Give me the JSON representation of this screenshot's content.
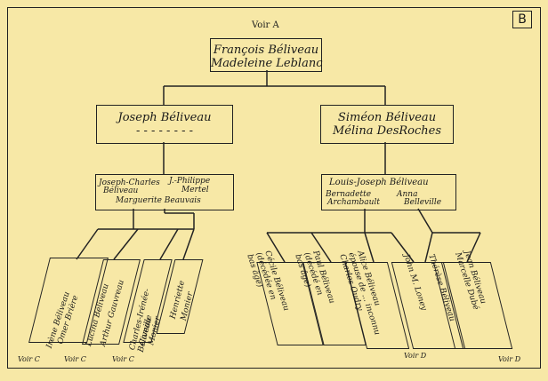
{
  "page_tag": "B",
  "voir_top": "Voir A",
  "root": {
    "line1": "François Béliveau",
    "line2": "Madeleine Leblanc"
  },
  "left_child": {
    "name": "Joseph Béliveau",
    "spouse_placeholder": "- - - - - - - -"
  },
  "right_child": {
    "line1": "Siméon Béliveau",
    "line2": "Mélina DesRoches"
  },
  "left_gc": {
    "a1": "Joseph-Charles",
    "a2": "Béliveau",
    "b1": "J.-Philippe",
    "b2": "Mertel",
    "c": "Marguerite Beauvais"
  },
  "right_gc": {
    "main": "Louis-Joseph Béliveau",
    "b1": "Bernadette",
    "b2": "Archambault",
    "c1": "Anna",
    "c2": "Belleville"
  },
  "left_cards": [
    {
      "l1": "Irène Béliveau",
      "l2": "Omer Brière"
    },
    {
      "l1": "Lucina Béliveau",
      "l2": "Arthur Gauvreau"
    },
    {
      "l1": "Charles-Irénée-Béliveau",
      "l2": "Camille",
      "l3": "Monier"
    },
    {
      "l1": "Henriette",
      "l2": "Monier"
    }
  ],
  "right_cards": [
    {
      "l1": "Cécile Béliveau",
      "l2": "(décédée en",
      "l3": "bas âge)"
    },
    {
      "l1": "Paul Béliveau",
      "l2": "(décédé en",
      "l3": "bas âge)"
    },
    {
      "l1": "Alice Béliveau",
      "l2": "épouse de ... inconnu",
      "l3": "Charles Oudry"
    },
    {
      "l1": "John M. Loney"
    },
    {
      "l1": "Thérèse Béliveau"
    },
    {
      "l1": "Jean Béliveau",
      "l2": "Marcelle Dubé"
    }
  ],
  "voir_bottom": [
    "Voir C",
    "Voir C",
    "Voir C",
    "Voir D",
    "Voir D"
  ]
}
